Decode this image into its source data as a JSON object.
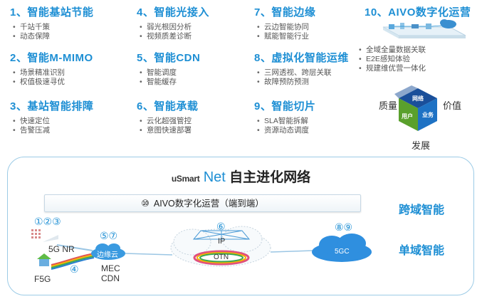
{
  "sections": [
    {
      "title": "1、智能基站节能",
      "items": [
        "千站千策",
        "动态保障"
      ]
    },
    {
      "title": "2、智能M-MIMO",
      "items": [
        "场景精准识别",
        "权值极速寻优"
      ]
    },
    {
      "title": "3、基站智能排障",
      "items": [
        "快速定位",
        "告警压减"
      ]
    },
    {
      "title": "4、智能光接入",
      "items": [
        "弱光根因分析",
        "视频质差诊断"
      ]
    },
    {
      "title": "5、智能CDN",
      "items": [
        "智能调度",
        "智能缓存"
      ]
    },
    {
      "title": "6、智能承载",
      "items": [
        "云化超强管控",
        "意图快速部署"
      ]
    },
    {
      "title": "7、智能边缘",
      "items": [
        "云边智能协同",
        "赋能智能行业"
      ]
    },
    {
      "title": "8、虚拟化智能运维",
      "items": [
        "三网透视、跨层关联",
        "故障预防预测"
      ]
    },
    {
      "title": "9、智能切片",
      "items": [
        "SLA智能拆解",
        "资源动态调度"
      ]
    },
    {
      "title": "10、AIVO数字化运营",
      "items": [
        "全域全量数据关联",
        "E2E感知体验",
        "规建维优营一体化"
      ]
    }
  ],
  "value_cube": {
    "top_left": "质量",
    "top_right": "价值",
    "bottom": "发展",
    "face_top": "网络",
    "face_left": "用户",
    "face_right": "业务"
  },
  "panel": {
    "brand": "uSmart",
    "net": "Net",
    "title": "自主进化网络",
    "bar_num": "⑩",
    "bar_text": "AIVO数字化运营（端到端）",
    "cross_domain": "跨域智能",
    "single_domain": "单域智能",
    "num_123": "①②③",
    "nr": "5G NR",
    "num_4": "④",
    "f5g": "F5G",
    "num_57": "⑤⑦",
    "edge_cloud": "边缘云",
    "mec": "MEC",
    "cdn": "CDN",
    "num_6": "⑥",
    "ip": "IP",
    "otn": "OTN",
    "num_89": "⑧⑨",
    "core": "5GC"
  },
  "colors": {
    "accent": "#1e8fd4",
    "panel_border": "#9ccbe6",
    "cube_green": "#5aa02c",
    "cube_blue": "#1a4f9a"
  }
}
